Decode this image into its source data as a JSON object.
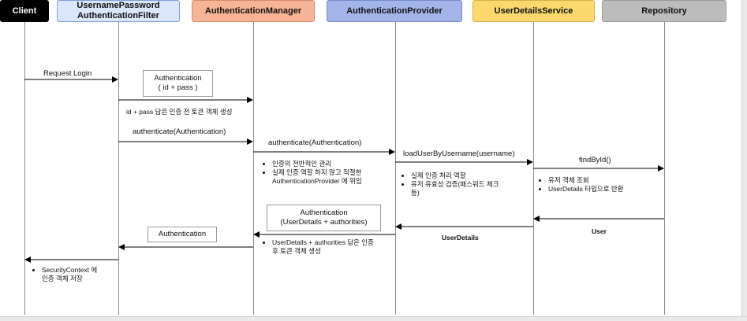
{
  "participants": [
    {
      "id": "client",
      "label_lines": [
        "Client"
      ],
      "bg": "#000000",
      "border": "#000000",
      "color": "#ffffff"
    },
    {
      "id": "filter",
      "label_lines": [
        "UsernamePassword",
        "AuthenticationFilter"
      ],
      "bg": "#d9e6fb",
      "border": "#7f9fd8",
      "color": "#111111"
    },
    {
      "id": "manager",
      "label_lines": [
        "AuthenticationManager"
      ],
      "bg": "#f6b396",
      "border": "#d9876a",
      "color": "#111111"
    },
    {
      "id": "provider",
      "label_lines": [
        "AuthenticationProvider"
      ],
      "bg": "#a3b5e8",
      "border": "#7189cf",
      "color": "#111111"
    },
    {
      "id": "userdetails",
      "label_lines": [
        "UserDetailsService"
      ],
      "bg": "#fbd76c",
      "border": "#d3b24a",
      "color": "#111111"
    },
    {
      "id": "repository",
      "label_lines": [
        "Repository"
      ],
      "bg": "#bcbcbc",
      "border": "#9a9a9a",
      "color": "#111111"
    }
  ],
  "messages": {
    "request_login": "Request Login",
    "create_token": "id + pass 담은 인증 전 토큰 객체 생성",
    "authenticate_1": "authenticate(Authentication)",
    "authenticate_2": "authenticate(Authentication)",
    "load_user": "loadUserByUsername(username)",
    "find_by_id": "findById()",
    "user": "User",
    "user_details": "UserDetails"
  },
  "boxes": {
    "auth_before": [
      "Authentication",
      "( id + pass )"
    ],
    "auth_after": [
      "Authentication",
      "(UserDetails +  authorities)"
    ],
    "auth_filter": [
      "Authentication"
    ]
  },
  "notes": {
    "manager": [
      "인증의 전반적인 관리",
      "실제 인증 역할 하지 않고 적절한",
      "AuthenticationProvider 에 위임"
    ],
    "provider": [
      "실제 인증 처리 역할",
      "유저 유효성 검증(패스워드 체크",
      "등)"
    ],
    "userdetails": [
      "유저 객체 조회",
      "UserDetails 타입으로 반환"
    ],
    "manager_after": [
      "UserDetails + authorities 담은  인증",
      "후 토큰 객체 생성"
    ],
    "client": [
      "SecurityContext 에",
      "인증 객체 저장"
    ]
  },
  "colors": {
    "line": "#000000",
    "lifeline": "#8a8a8a"
  }
}
